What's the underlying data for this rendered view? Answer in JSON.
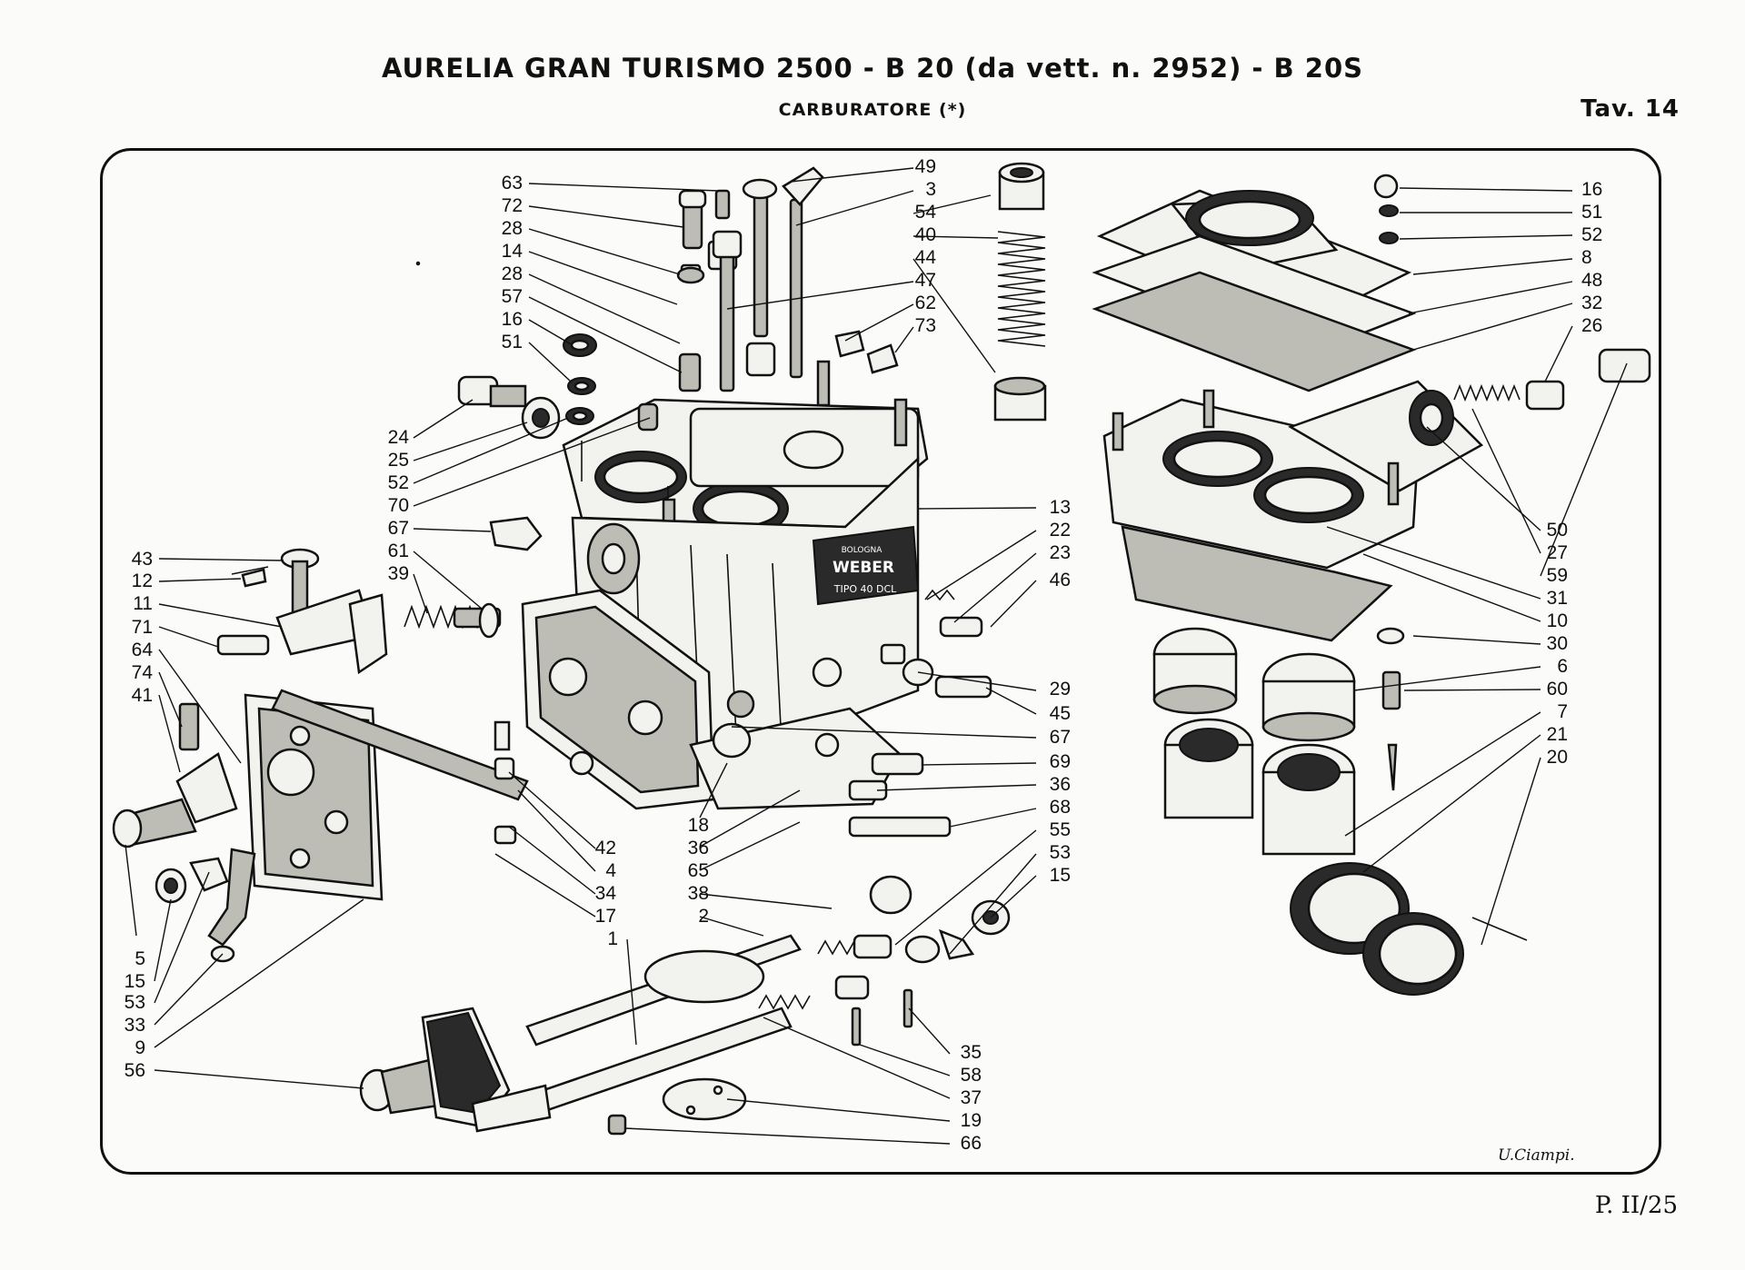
{
  "header": {
    "title": "AURELIA GRAN TURISMO 2500 - B 20 (da vett. n. 2952) - B 20S",
    "subtitle": "CARBURATORE (*)",
    "plate": "Tav. 14"
  },
  "footer": {
    "page": "P. II/25",
    "signature": "U.Ciampi."
  },
  "nameplate": {
    "brand": "WEBER",
    "text1": "BOLOGNA",
    "text2": "TIPO 40 DCL"
  },
  "callouts": [
    "63",
    "72",
    "28",
    "14",
    "28",
    "57",
    "16",
    "51",
    "49",
    "3",
    "54",
    "40",
    "44",
    "47",
    "62",
    "73",
    "16",
    "51",
    "52",
    "8",
    "48",
    "32",
    "26",
    "24",
    "25",
    "52",
    "70",
    "67",
    "61",
    "39",
    "43",
    "12",
    "11",
    "71",
    "64",
    "74",
    "41",
    "13",
    "22",
    "23",
    "46",
    "29",
    "45",
    "67",
    "69",
    "36",
    "68",
    "55",
    "53",
    "15",
    "50",
    "27",
    "59",
    "31",
    "10",
    "30",
    "6",
    "60",
    "7",
    "21",
    "20",
    "42",
    "4",
    "34",
    "17",
    "18",
    "36",
    "65",
    "38",
    "2",
    "1",
    "5",
    "15",
    "53",
    "33",
    "9",
    "56",
    "35",
    "58",
    "37",
    "19",
    "66"
  ]
}
